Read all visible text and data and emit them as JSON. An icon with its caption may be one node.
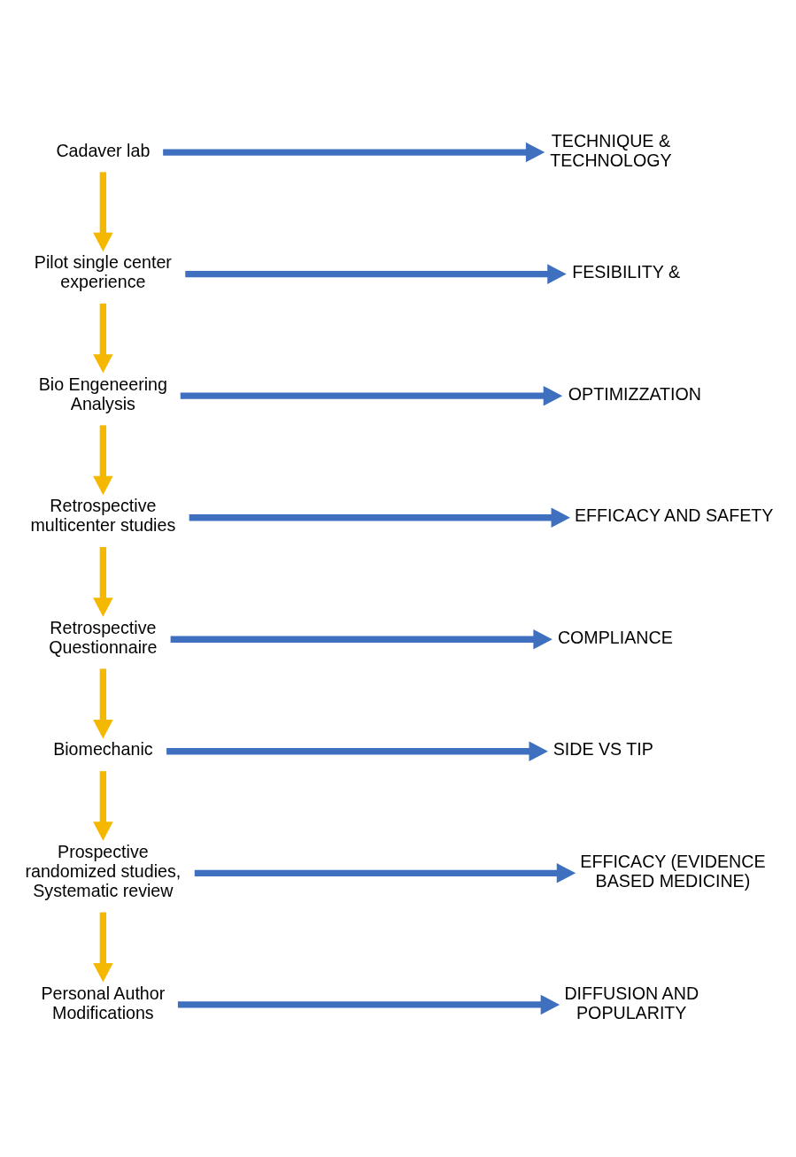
{
  "diagram": {
    "nodes": [
      {
        "text": [
          "Cadaver lab"
        ]
      },
      {
        "text": [
          "TECHNIQUE & TECHNOLOGY"
        ]
      },
      {
        "text": [
          "Pilot single center experience"
        ]
      },
      {
        "text": [
          "FESIBILITY &"
        ]
      },
      {
        "text": [
          "Bio Engeneering Analysis"
        ]
      },
      {
        "text": [
          "OPTIMIZZATION"
        ]
      },
      {
        "text": [
          "Retrospective multicenter studies"
        ]
      },
      {
        "text": [
          "EFFICACY AND SAFETY"
        ]
      },
      {
        "text": [
          "Retrospective Questionnaire"
        ]
      },
      {
        "text": [
          "COMPLIANCE"
        ]
      },
      {
        "text": [
          "Biomechanic"
        ]
      },
      {
        "text": [
          "SIDE VS TIP"
        ]
      },
      {
        "text": [
          "Prospective randomized studies, Systematic review"
        ]
      },
      {
        "text": [
          "EFFICACY (EVIDENCE BASED MEDICINE)"
        ]
      },
      {
        "text": [
          "Personal Author Modifications"
        ]
      },
      {
        "text": [
          "DIFFUSION AND POPULARITY"
        ]
      }
    ],
    "edges": [
      {
        "from": 0,
        "to": 1,
        "arrow": "to"
      },
      {
        "from": 0,
        "to": 2,
        "arrow": "to",
        "color": "#f5b800"
      },
      {
        "from": 2,
        "to": 3,
        "arrow": "to"
      },
      {
        "from": 2,
        "to": 4,
        "arrow": "to",
        "color": "#f5b800"
      },
      {
        "from": 4,
        "to": 5,
        "arrow": "to"
      },
      {
        "from": 4,
        "to": 6,
        "arrow": "to",
        "color": "#f5b800"
      },
      {
        "from": 6,
        "to": 7,
        "arrow": "to"
      },
      {
        "from": 6,
        "to": 8,
        "arrow": "to",
        "color": "#f5b800"
      },
      {
        "from": 8,
        "to": 9,
        "arrow": "to"
      },
      {
        "from": 8,
        "to": 10,
        "arrow": "to",
        "color": "#f5b800"
      },
      {
        "from": 10,
        "to": 11,
        "arrow": "to"
      },
      {
        "from": 10,
        "to": 12,
        "arrow": "to",
        "color": "#f5b800"
      },
      {
        "from": 12,
        "to": 13,
        "arrow": "to"
      },
      {
        "from": 12,
        "to": 14,
        "arrow": "to",
        "color": "#f5b800"
      },
      {
        "from": 14,
        "to": 15,
        "arrow": "to"
      }
    ]
  }
}
